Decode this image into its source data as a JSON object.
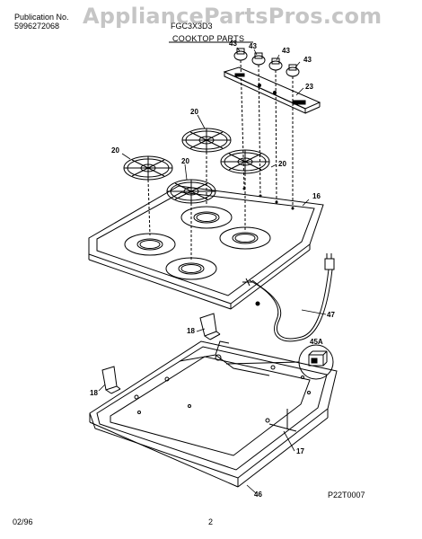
{
  "header": {
    "publication_label": "Publication No.",
    "publication_number": "5996272068",
    "model": "FGC3X3D3",
    "section_title": "COOKTOP PARTS",
    "watermark": "AppliancePartsPros.com"
  },
  "callouts": {
    "c43a": "43",
    "c43b": "43",
    "c43c": "43",
    "c43d": "43",
    "c23": "23",
    "c20a": "20",
    "c20b": "20",
    "c20c": "20",
    "c20d": "20",
    "c16": "16",
    "c18a": "18",
    "c18b": "18",
    "c47": "47",
    "c45a": "45A",
    "c17": "17",
    "c46": "46"
  },
  "footer": {
    "diagram_id": "P22T0007",
    "date": "02/96",
    "page": "2"
  },
  "colors": {
    "line": "#000000",
    "watermark": "#969696"
  }
}
